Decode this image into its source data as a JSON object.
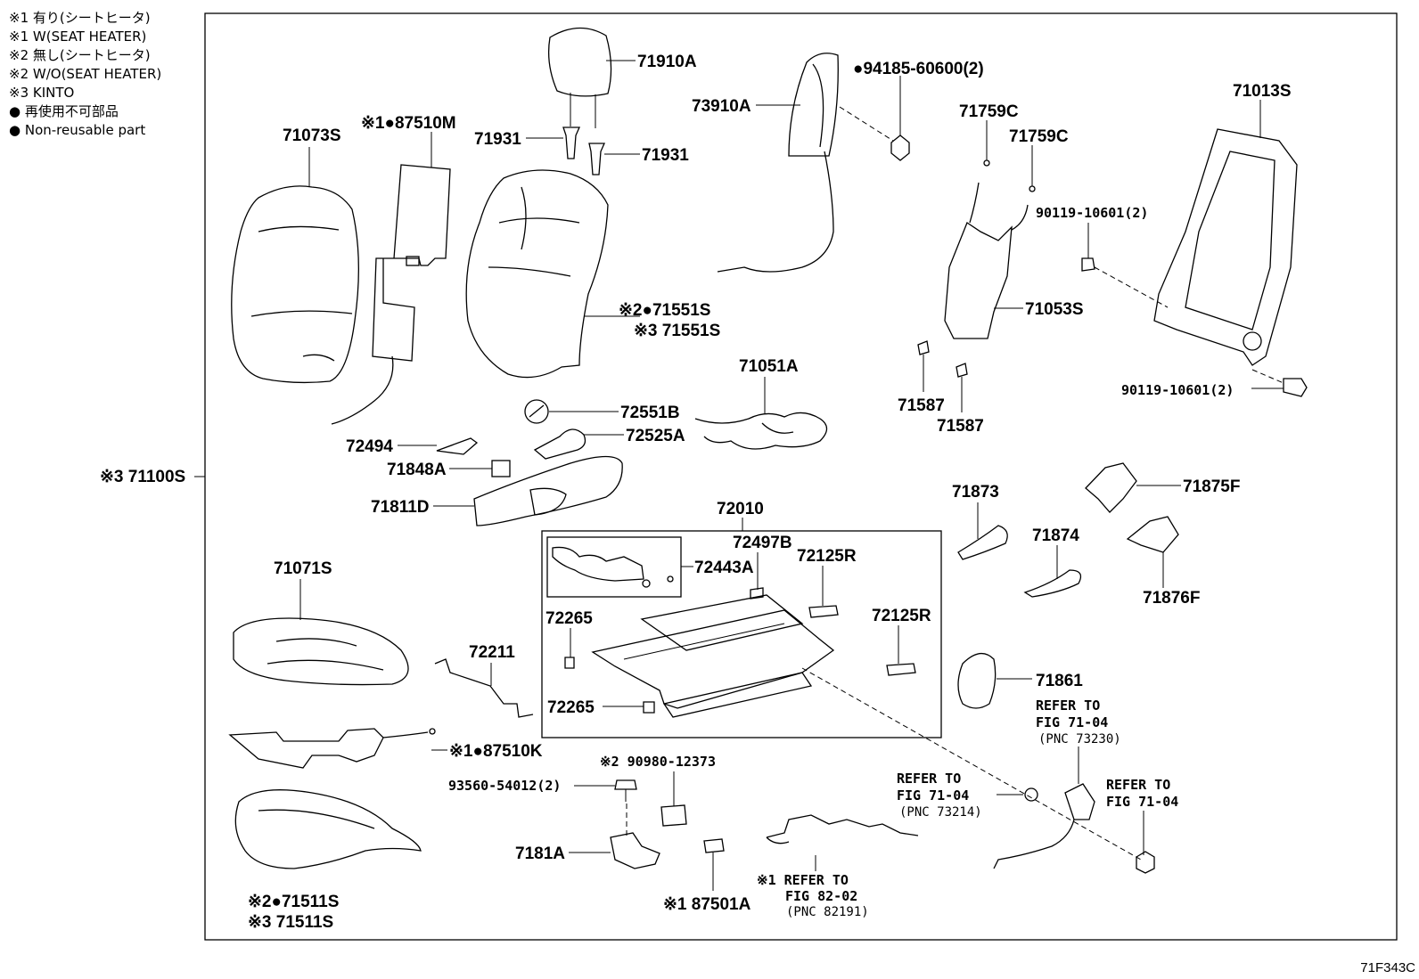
{
  "legend": [
    "※1 有り(シートヒータ)",
    "※1 W(SEAT HEATER)",
    "※2 無し(シートヒータ)",
    "※2 W/O(SEAT HEATER)",
    "※3 KINTO",
    "● 再使用不可部品",
    "● Non-reusable part"
  ],
  "assembly_label": "※3 71100S",
  "figure_code": "71F343C",
  "labels": {
    "p71910A": "71910A",
    "p71931a": "71931",
    "p71931b": "71931",
    "p73910A": "73910A",
    "p94185": "●94185-60600(2)",
    "p71759Ca": "71759C",
    "p71759Cb": "71759C",
    "p71013S": "71013S",
    "p90119a": "90119-10601(2)",
    "p90119b": "90119-10601(2)",
    "p71073S": "71073S",
    "p87510M": "※1●87510M",
    "p71551S_2": "※2●71551S",
    "p71551S_3": "※3 71551S",
    "p71053S": "71053S",
    "p71587a": "71587",
    "p71587b": "71587",
    "p71051A": "71051A",
    "p72551B": "72551B",
    "p72525A": "72525A",
    "p72494": "72494",
    "p71848A": "71848A",
    "p71811D": "71811D",
    "p72010": "72010",
    "p71873": "71873",
    "p71875F": "71875F",
    "p71874": "71874",
    "p71876F": "71876F",
    "p72497B": "72497B",
    "p72125Ra": "72125R",
    "p72443A": "72443A",
    "p72265a": "72265",
    "p72125Rb": "72125R",
    "p71071S": "71071S",
    "p72211": "72211",
    "p72265b": "72265",
    "p71861": "71861",
    "p87510K": "※1●87510K",
    "p90980": "※2 90980-12373",
    "p93560": "93560-54012(2)",
    "p7181A": "7181A",
    "p87501A": "※1 87501A",
    "p71511S_2": "※2●71511S",
    "p71511S_3": "※3 71511S"
  },
  "refers": {
    "r1_l1": "REFER TO",
    "r1_l2": "FIG 71-04",
    "r1_l3": "(PNC 73230)",
    "r2_l1": "REFER TO",
    "r2_l2": "FIG 71-04",
    "r2_l3": "(PNC 73214)",
    "r3_l1": "REFER TO",
    "r3_l2": "FIG 71-04",
    "r4_l1": "※1 REFER TO",
    "r4_l2": "FIG 82-02",
    "r4_l3": "(PNC 82191)"
  }
}
